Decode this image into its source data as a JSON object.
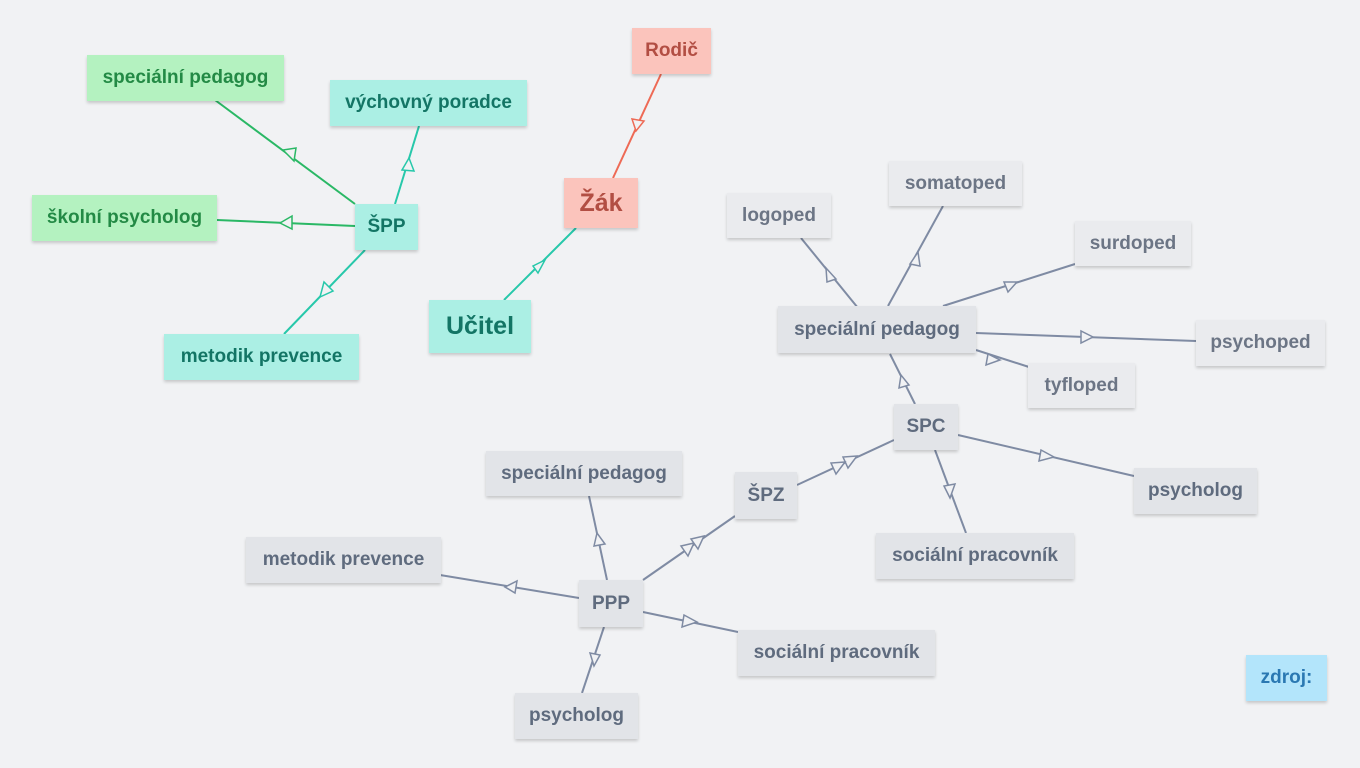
{
  "colors": {
    "background": "#f1f2f4",
    "edge_green": "#2ab865",
    "edge_teal": "#27c8aa",
    "edge_red": "#ee6a55",
    "edge_gray": "#7f8ba3"
  },
  "nodes": {
    "spp_specialni_pedagog": "speciální pedagog",
    "vychovny_poradce": "výchovný poradce",
    "skolni_psycholog": "školní psycholog",
    "spp": "ŠPP",
    "spp_metodik_prevence": "metodik prevence",
    "rodic": "Rodič",
    "zak": "Žák",
    "ucitel": "Učitel",
    "logoped": "logoped",
    "somatoped": "somatoped",
    "surdoped": "surdoped",
    "spc_specialni_pedagog": "speciální pedagog",
    "psychoped": "psychoped",
    "tyfloped": "tyfloped",
    "spc": "SPC",
    "spc_psycholog": "psycholog",
    "spc_socialni_pracovnik": "sociální pracovník",
    "spz": "ŠPZ",
    "ppp_specialni_pedagog": "speciální pedagog",
    "ppp_metodik_prevence": "metodik prevence",
    "ppp": "PPP",
    "ppp_socialni_pracovnik": "sociální pracovník",
    "ppp_psycholog": "psycholog",
    "zdroj": "zdroj:"
  }
}
